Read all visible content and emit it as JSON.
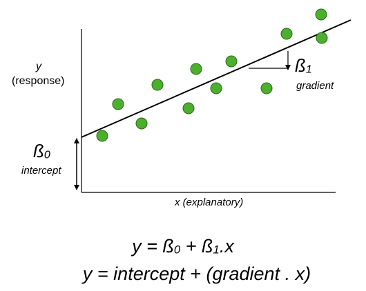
{
  "labels": {
    "y_axis_line1": "y",
    "y_axis_line2": "(response)",
    "x_axis": "x (explanatory)",
    "beta0_symbol": "ß",
    "beta0_sub": "0",
    "intercept": "intercept",
    "beta1_symbol": "ß",
    "beta1_sub": "1",
    "gradient": "gradient"
  },
  "equations": {
    "eq1_y": "y = ",
    "eq1_b0": "ß",
    "eq1_b0_sub": "0",
    "eq1_plus": " + ",
    "eq1_b1": "ß",
    "eq1_b1_sub": "1",
    "eq1_x": ".x",
    "eq2": "y = intercept + (gradient . x)"
  },
  "colors": {
    "point_fill": "#4caf2e",
    "point_stroke": "#2a6a16",
    "line": "#000000"
  }
}
